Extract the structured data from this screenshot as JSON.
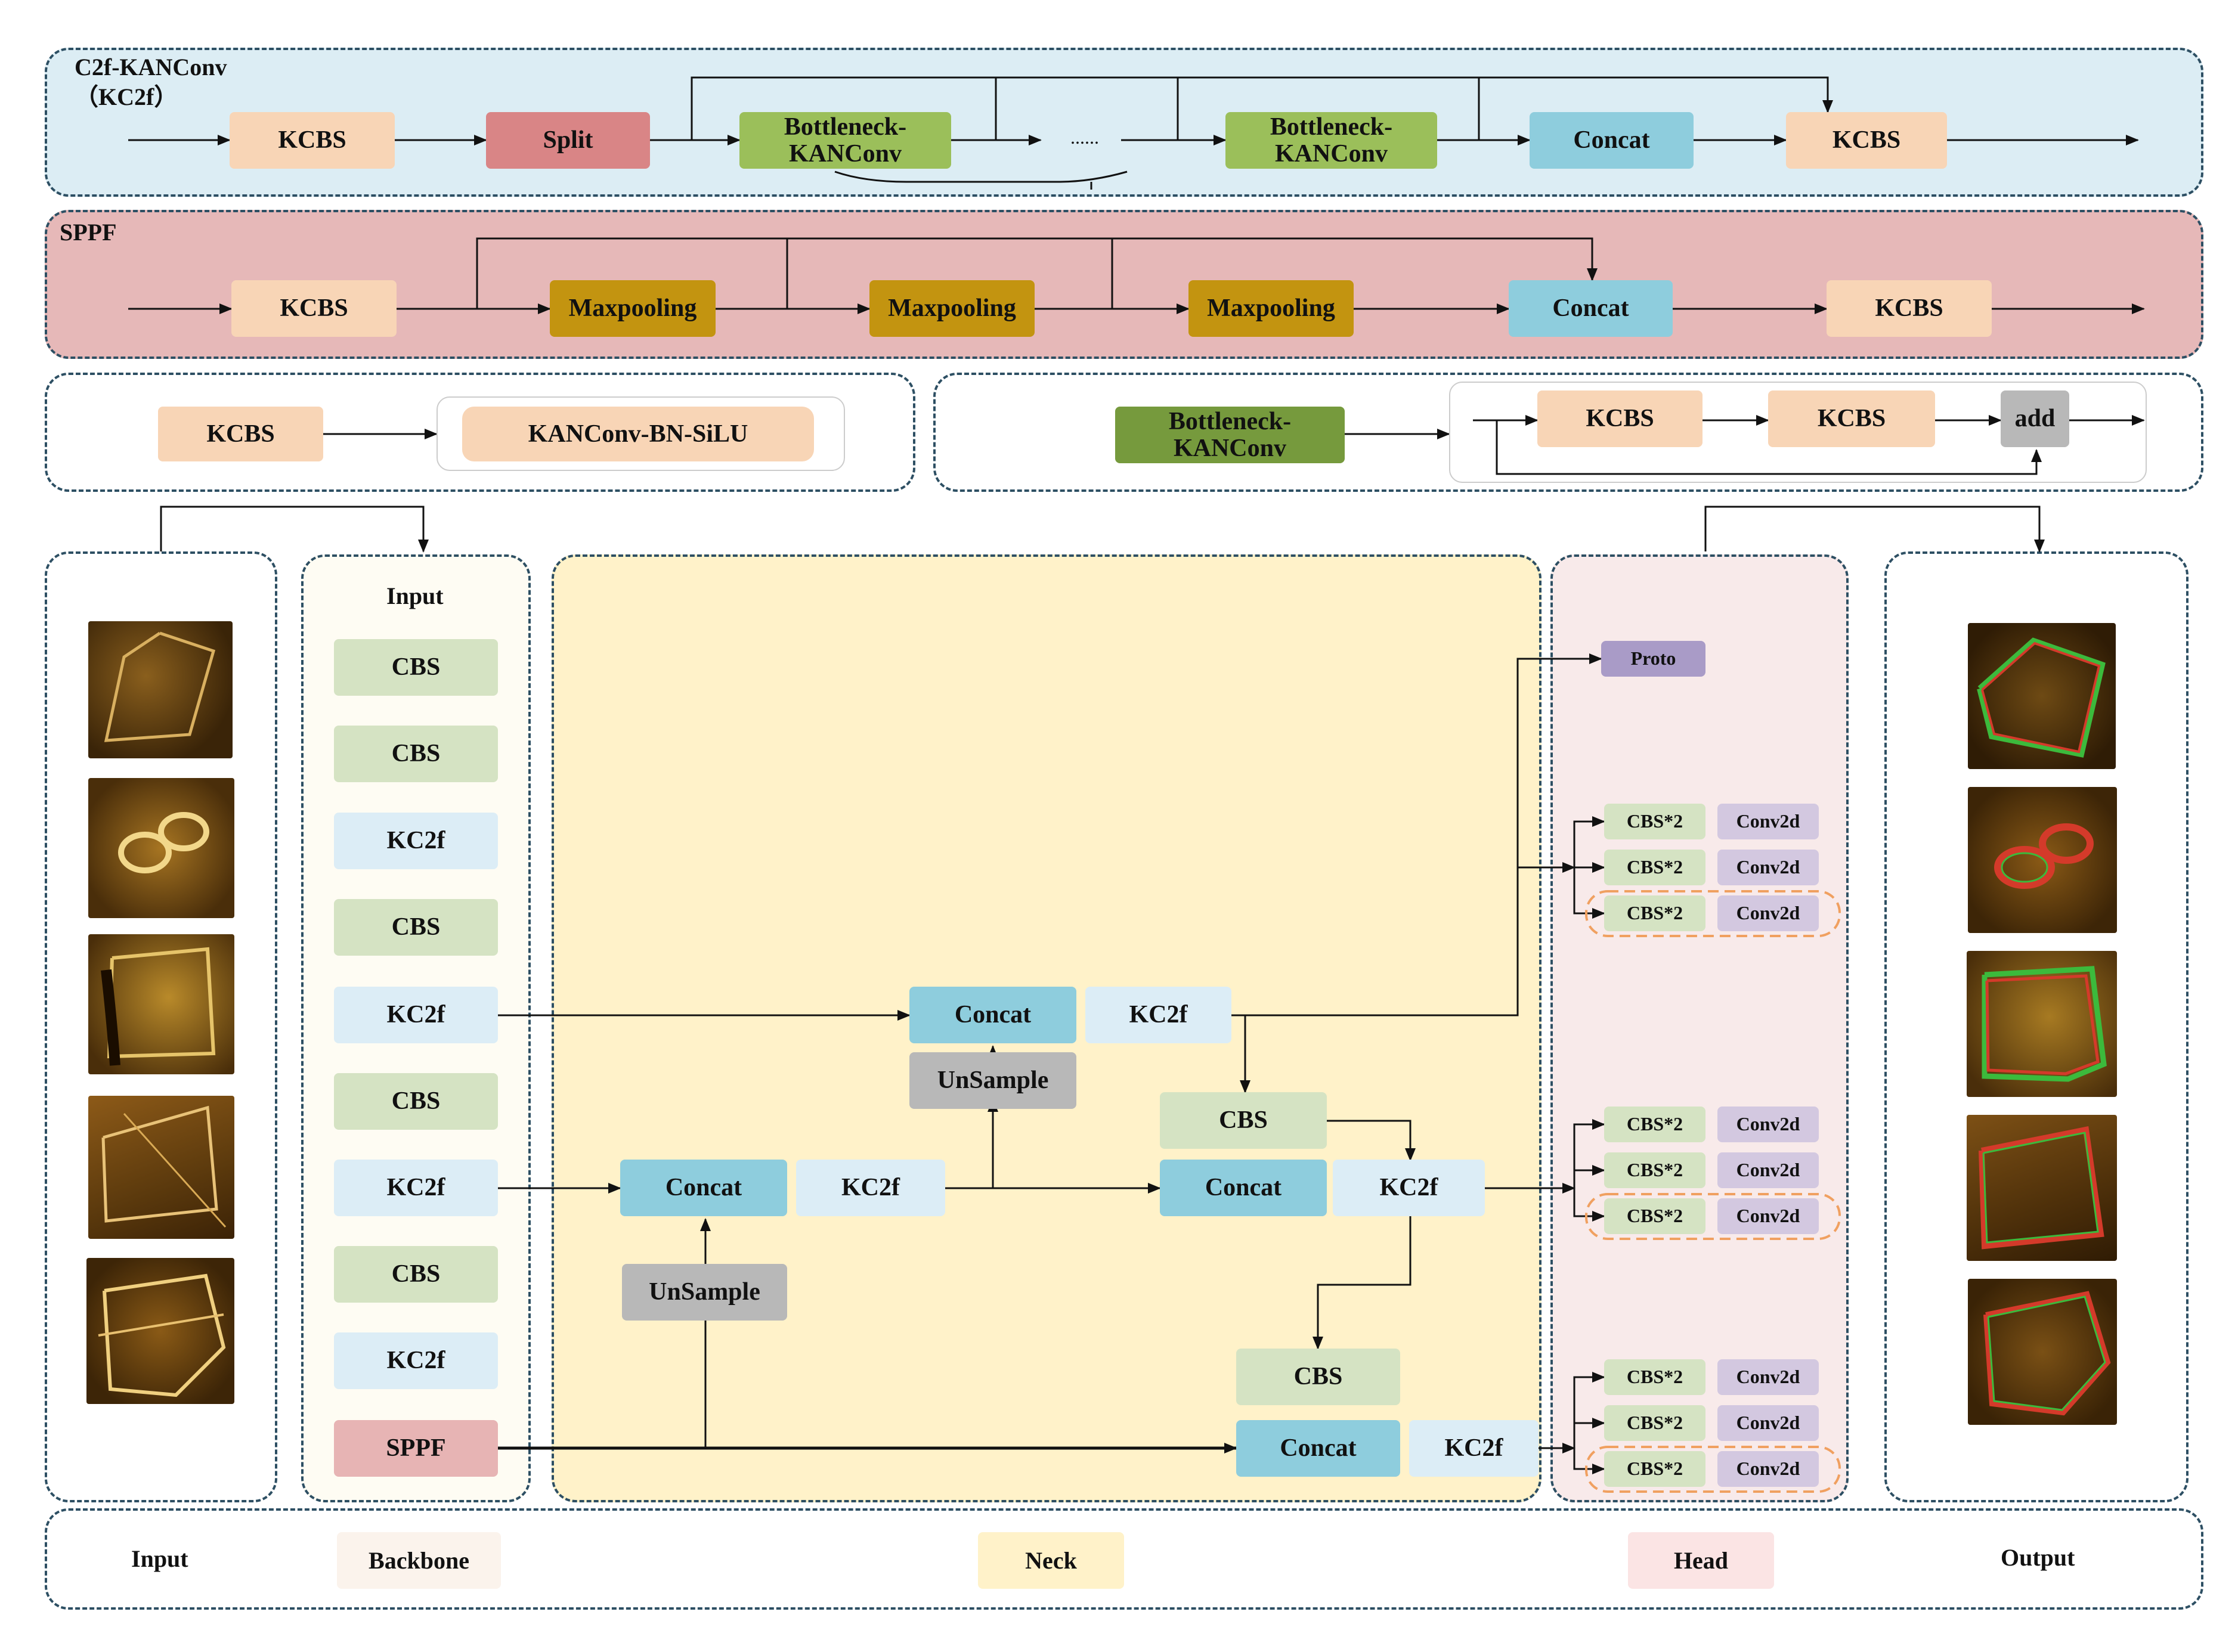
{
  "c2f": {
    "title": "C2f-KANConv\n（KC2f）",
    "kcbs1": "KCBS",
    "split": "Split",
    "bott1": "Bottleneck-\nKANConv",
    "dots": "......",
    "bott2": "Bottleneck-\nKANConv",
    "concat": "Concat",
    "kcbs2": "KCBS"
  },
  "sppf": {
    "title": "SPPF",
    "kcbs1": "KCBS",
    "pool1": "Maxpooling",
    "pool2": "Maxpooling",
    "pool3": "Maxpooling",
    "concat": "Concat",
    "kcbs2": "KCBS"
  },
  "kcbs_def": {
    "left": "KCBS",
    "right": "KANConv-BN-SiLU"
  },
  "bott_def": {
    "left": "Bottleneck-\nKANConv",
    "kcbs1": "KCBS",
    "kcbs2": "KCBS",
    "add": "add"
  },
  "backbone": {
    "header": "Input",
    "blocks": [
      "CBS",
      "CBS",
      "KC2f",
      "CBS",
      "KC2f",
      "CBS",
      "KC2f",
      "CBS",
      "KC2f",
      "SPPF"
    ]
  },
  "neck": {
    "concat_top": "Concat",
    "kc2f_top": "KC2f",
    "unsample_top": "UnSample",
    "cbs_mid": "CBS",
    "concat_left": "Concat",
    "kc2f_left": "KC2f",
    "concat_mid": "Concat",
    "kc2f_mid": "KC2f",
    "unsample_left": "UnSample",
    "cbs_low": "CBS",
    "concat_low": "Concat",
    "kc2f_low": "KC2f"
  },
  "head": {
    "proto": "Proto",
    "groups": [
      [
        {
          "cbs": "CBS*2",
          "conv": "Conv2d"
        },
        {
          "cbs": "CBS*2",
          "conv": "Conv2d"
        },
        {
          "cbs": "CBS*2",
          "conv": "Conv2d"
        }
      ],
      [
        {
          "cbs": "CBS*2",
          "conv": "Conv2d"
        },
        {
          "cbs": "CBS*2",
          "conv": "Conv2d"
        },
        {
          "cbs": "CBS*2",
          "conv": "Conv2d"
        }
      ],
      [
        {
          "cbs": "CBS*2",
          "conv": "Conv2d"
        },
        {
          "cbs": "CBS*2",
          "conv": "Conv2d"
        },
        {
          "cbs": "CBS*2",
          "conv": "Conv2d"
        }
      ]
    ]
  },
  "legend": {
    "input": "Input",
    "backbone": "Backbone",
    "neck": "Neck",
    "head": "Head",
    "output": "Output"
  },
  "colors": {
    "kcbs": "#f8d5b6",
    "split": "#d98586",
    "bottleneck": "#9bbf5a",
    "concat": "#8ecddd",
    "maxpool": "#c39410",
    "cbs": "#d5e3c3",
    "kc2f": "#dcedf6",
    "sppf": "#e7b4b4",
    "unsample": "#b8b8b8",
    "proto": "#a99bc7",
    "conv2d": "#d3c8e0",
    "c2f_panel": "#dcedf4",
    "sppf_panel": "#e6b8b8",
    "backbone_panel": "#fefcf3",
    "neck_panel": "#fff2c9",
    "head_panel": "#f8eaea",
    "mask_green": "#3cba3c",
    "mask_red": "#d43a2a"
  }
}
